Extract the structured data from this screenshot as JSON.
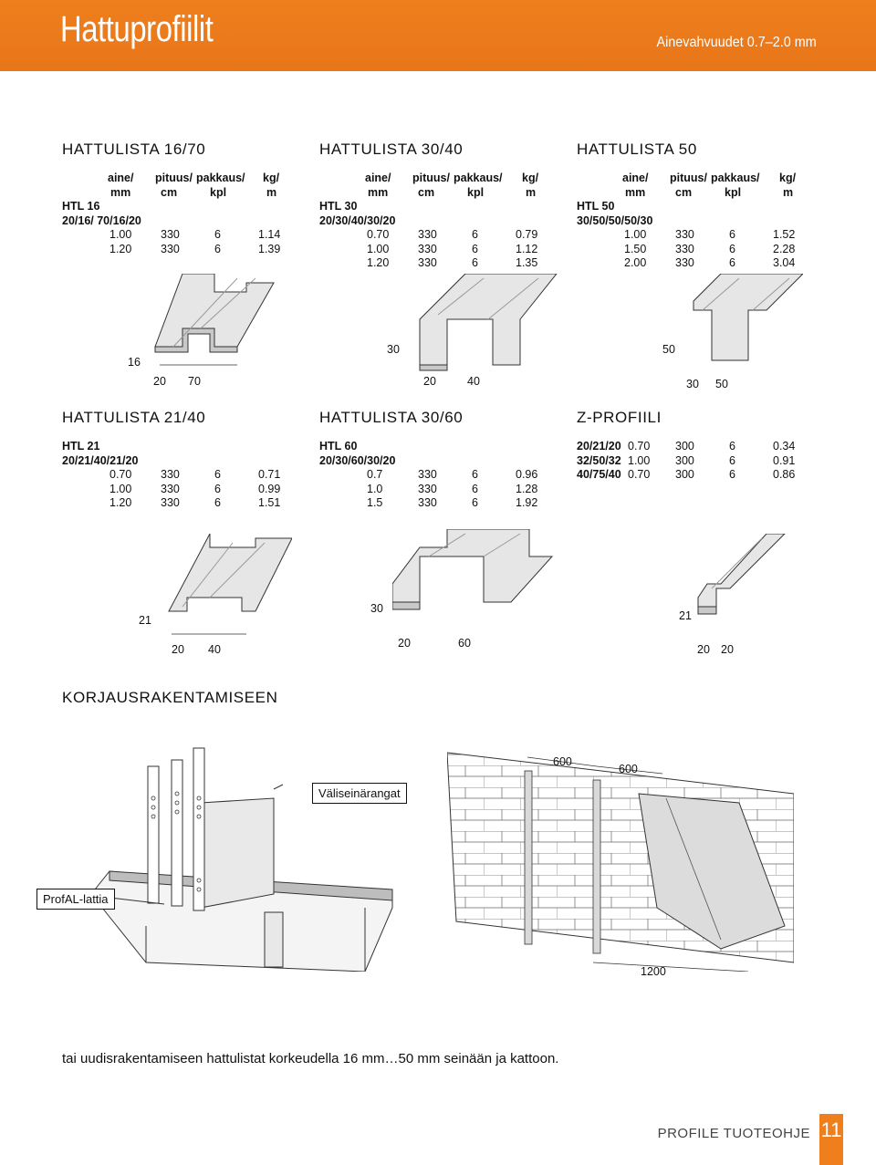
{
  "header": {
    "title": "Hattuprofiilit",
    "subtitle": "Ainevahvuudet 0.7–2.0 mm"
  },
  "colors": {
    "accent": "#ee7f1c"
  },
  "sections": [
    {
      "title": "HATTULISTA 16/70",
      "columns": [
        "aine/",
        "pituus/",
        "pakkaus/",
        "kg/"
      ],
      "units": [
        "mm",
        "cm",
        "kpl",
        "m"
      ],
      "code": "HTL 16",
      "dims": "20/16/ 70/16/20",
      "rows": [
        [
          "1.00",
          "330",
          "6",
          "1.14"
        ],
        [
          "1.20",
          "330",
          "6",
          "1.39"
        ]
      ],
      "dimension_labels": [
        "16",
        "20",
        "70"
      ]
    },
    {
      "title": "HATTULISTA 30/40",
      "columns": [
        "aine/",
        "pituus/",
        "pakkaus/",
        "kg/"
      ],
      "units": [
        "mm",
        "cm",
        "kpl",
        "m"
      ],
      "code": "HTL 30",
      "dims": "20/30/40/30/20",
      "rows": [
        [
          "0.70",
          "330",
          "6",
          "0.79"
        ],
        [
          "1.00",
          "330",
          "6",
          "1.12"
        ],
        [
          "1.20",
          "330",
          "6",
          "1.35"
        ]
      ],
      "dimension_labels": [
        "30",
        "20",
        "40"
      ]
    },
    {
      "title": "HATTULISTA 50",
      "columns": [
        "aine/",
        "pituus/",
        "pakkaus/",
        "kg/"
      ],
      "units": [
        "mm",
        "cm",
        "kpl",
        "m"
      ],
      "code": "HTL 50",
      "dims": "30/50/50/50/30",
      "rows": [
        [
          "1.00",
          "330",
          "6",
          "1.52"
        ],
        [
          "1.50",
          "330",
          "6",
          "2.28"
        ],
        [
          "2.00",
          "330",
          "6",
          "3.04"
        ]
      ],
      "dimension_labels": [
        "50",
        "30",
        "50"
      ]
    },
    {
      "title": "HATTULISTA 21/40",
      "code": "HTL 21",
      "dims": "20/21/40/21/20",
      "rows": [
        [
          "0.70",
          "330",
          "6",
          "0.71"
        ],
        [
          "1.00",
          "330",
          "6",
          "0.99"
        ],
        [
          "1.20",
          "330",
          "6",
          "1.51"
        ]
      ],
      "dimension_labels": [
        "21",
        "20",
        "40"
      ]
    },
    {
      "title": "HATTULISTA 30/60",
      "code": "HTL 60",
      "dims": "20/30/60/30/20",
      "rows": [
        [
          "0.7",
          "330",
          "6",
          "0.96"
        ],
        [
          "1.0",
          "330",
          "6",
          "1.28"
        ],
        [
          "1.5",
          "330",
          "6",
          "1.92"
        ]
      ],
      "dimension_labels": [
        "30",
        "20",
        "60"
      ]
    },
    {
      "title": "Z-PROFIILI",
      "rows": [
        [
          "20/21/20",
          "0.70",
          "300",
          "6",
          "0.34"
        ],
        [
          "32/50/32",
          "1.00",
          "300",
          "6",
          "0.91"
        ],
        [
          "40/75/40",
          "0.70",
          "300",
          "6",
          "0.86"
        ]
      ],
      "dimension_labels": [
        "21",
        "20",
        "20"
      ]
    }
  ],
  "repair": {
    "title": "KORJAUSRAKENTAMISEEN",
    "callout_walls": "Väliseinärangat",
    "callout_floor": "ProfAL-lattia",
    "measure_top_1": "600",
    "measure_top_2": "600",
    "measure_bottom": "1200"
  },
  "bottom_text": "tai uudisrakentamiseen hattulistat korkeudella 16 mm…50 mm seinään ja kattoon.",
  "footer": {
    "label": "PROFILE TUOTEOHJE",
    "page": "11"
  }
}
